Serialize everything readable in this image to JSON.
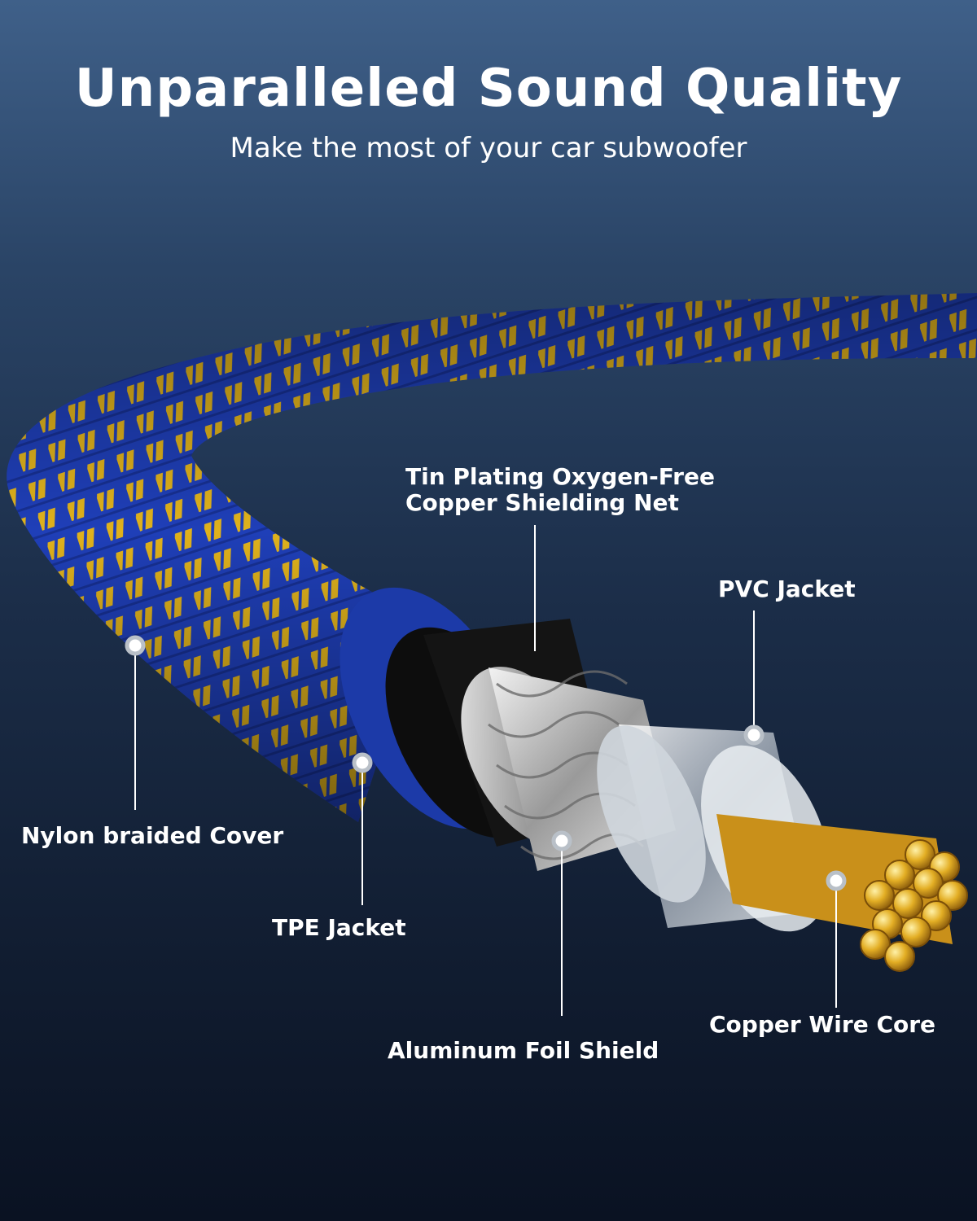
{
  "header": {
    "title": "Unparalleled Sound Quality",
    "subtitle": "Make the most of your car subwoofer"
  },
  "callouts": {
    "shielding_net_line1": "Tin Plating Oxygen-Free",
    "shielding_net_line2": "Copper Shielding Net",
    "pvc_jacket": "PVC Jacket",
    "nylon_cover": "Nylon braided Cover",
    "tpe_jacket": "TPE Jacket",
    "aluminum_shield": "Aluminum Foil Shield",
    "copper_core": "Copper Wire Core"
  },
  "colors": {
    "braid_blue": "#1f3fb8",
    "braid_gold": "#e0b21c",
    "tpe_black": "#101010",
    "copper_gold": "#d9a520",
    "label_white": "#ffffff"
  }
}
